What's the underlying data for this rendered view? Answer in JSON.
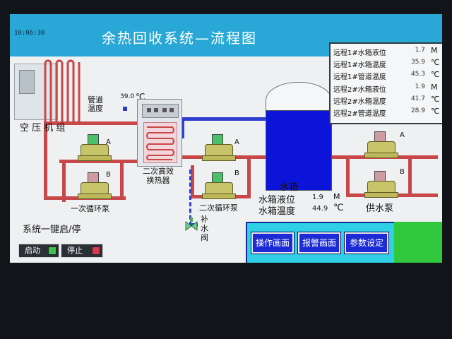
{
  "header": {
    "title": "余热回收系统—流程图",
    "clock": "10:06:30"
  },
  "labels": {
    "compressor": "空 压 机 组",
    "pipe_temp": "管道\n温度",
    "pipe_temp_value": "39.0",
    "pipe_temp_unit": "℃",
    "heat_exchanger": "二次高效\n换热器",
    "primary_pump": "一次循环泵",
    "secondary_pump": "二次循环泵",
    "supply_pump": "供水泵",
    "makeup_valve": "补\n水\n阀",
    "tank": "水箱",
    "tank_level_label": "水箱液位",
    "tank_level_value": "1.9",
    "tank_level_unit": "M",
    "tank_temp_label": "水箱温度",
    "tank_temp_value": "44.9",
    "tank_temp_unit": "℃",
    "pump_a": "A",
    "pump_b": "B",
    "one_key": "系统一键启/停"
  },
  "remote": [
    {
      "name": "远程1#水箱液位",
      "value": "1.7",
      "unit": "M"
    },
    {
      "name": "远程1#水箱温度",
      "value": "35.9",
      "unit": "℃"
    },
    {
      "name": "远程1#管道温度",
      "value": "45.3",
      "unit": "℃"
    },
    {
      "name": "远程2#水箱液位",
      "value": "1.9",
      "unit": "M"
    },
    {
      "name": "远程2#水箱温度",
      "value": "41.7",
      "unit": "℃"
    },
    {
      "name": "远程2#管道温度",
      "value": "28.9",
      "unit": "℃"
    }
  ],
  "nav": {
    "operate": "操作画面",
    "alarm": "报警画面",
    "params": "参数设定"
  },
  "controls": {
    "start": "启动",
    "stop": "停止"
  },
  "colors": {
    "title_bar": "#29a7d6",
    "hot_pipe": "#c8484a",
    "cold_pipe": "#2f3fd0",
    "tank_water": "#0b14d8",
    "nav_button": "#1d2bd6",
    "panel_cyan": "#2fd0e6",
    "panel_green": "#31c83e",
    "start_indicator": "#3bc24a",
    "stop_indicator": "#d9394a"
  }
}
